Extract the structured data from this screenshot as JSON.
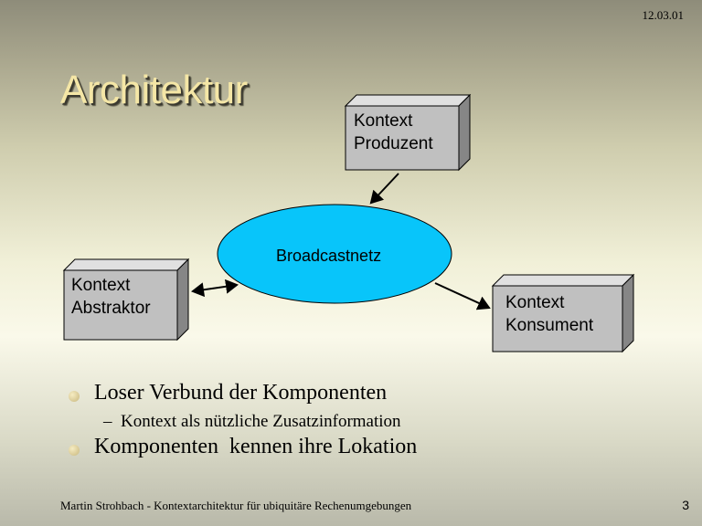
{
  "slide": {
    "date": "12.03.01",
    "title": "Architektur",
    "footer": "Martin Strohbach - Kontextarchitektur für ubiquitäre Rechenumgebungen",
    "page_number": "3"
  },
  "diagram": {
    "producer": "Kontext\nProduzent",
    "network": "Broadcastnetz",
    "abstractor": "Kontext\nAbstraktor",
    "consumer": "Kontext\nKonsument",
    "colors": {
      "box_front": "#c0c0c0",
      "box_side": "#868686",
      "box_top": "#e0e0e0",
      "ellipse": "#08c5fa"
    }
  },
  "bullets": [
    {
      "text": "Loser Verbund der Komponenten"
    },
    {
      "sub": "–  Kontext als nützliche Zusatzinformation"
    },
    {
      "text": "Komponenten  kennen ihre Lokation"
    }
  ]
}
